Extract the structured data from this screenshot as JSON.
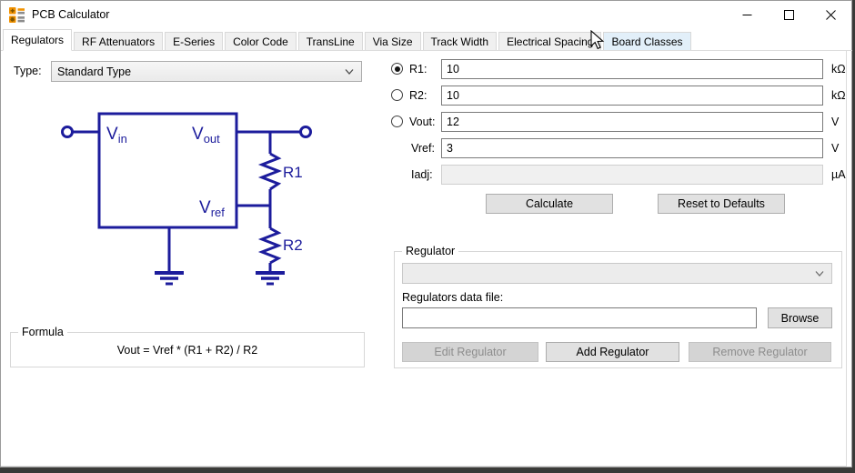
{
  "window": {
    "title": "PCB Calculator",
    "controls": {
      "minimize": "minimize",
      "maximize": "maximize",
      "close": "close"
    }
  },
  "tabs": [
    {
      "label": "Regulators",
      "state": "active"
    },
    {
      "label": "RF Attenuators",
      "state": "normal"
    },
    {
      "label": "E-Series",
      "state": "normal"
    },
    {
      "label": "Color Code",
      "state": "normal"
    },
    {
      "label": "TransLine",
      "state": "normal"
    },
    {
      "label": "Via Size",
      "state": "normal"
    },
    {
      "label": "Track Width",
      "state": "normal"
    },
    {
      "label": "Electrical Spacing",
      "state": "normal"
    },
    {
      "label": "Board Classes",
      "state": "hover"
    }
  ],
  "type_selector": {
    "label": "Type:",
    "value": "Standard Type"
  },
  "diagram": {
    "color": "#1c1c9c",
    "vin": {
      "base": "V",
      "sub": "in"
    },
    "vout": {
      "base": "V",
      "sub": "out"
    },
    "vref": {
      "base": "V",
      "sub": "ref"
    },
    "r1": "R1",
    "r2": "R2"
  },
  "formula": {
    "group_label": "Formula",
    "text": "Vout = Vref * (R1 + R2) / R2"
  },
  "parameters": {
    "rows": [
      {
        "label": "R1:",
        "value": "10",
        "unit": "kΩ",
        "radio": "selected"
      },
      {
        "label": "R2:",
        "value": "10",
        "unit": "kΩ",
        "radio": "unselected"
      },
      {
        "label": "Vout:",
        "value": "12",
        "unit": "V",
        "radio": "unselected"
      },
      {
        "label": "Vref:",
        "value": "3",
        "unit": "V"
      },
      {
        "label": "Iadj:",
        "value": "",
        "unit": "µA",
        "disabled": true
      }
    ],
    "calculate_label": "Calculate",
    "reset_label": "Reset to Defaults"
  },
  "regulator": {
    "group_label": "Regulator",
    "selected_value": "",
    "data_file_label": "Regulators data file:",
    "data_file_value": "",
    "browse_label": "Browse",
    "edit_label": "Edit Regulator",
    "add_label": "Add Regulator",
    "remove_label": "Remove Regulator"
  }
}
